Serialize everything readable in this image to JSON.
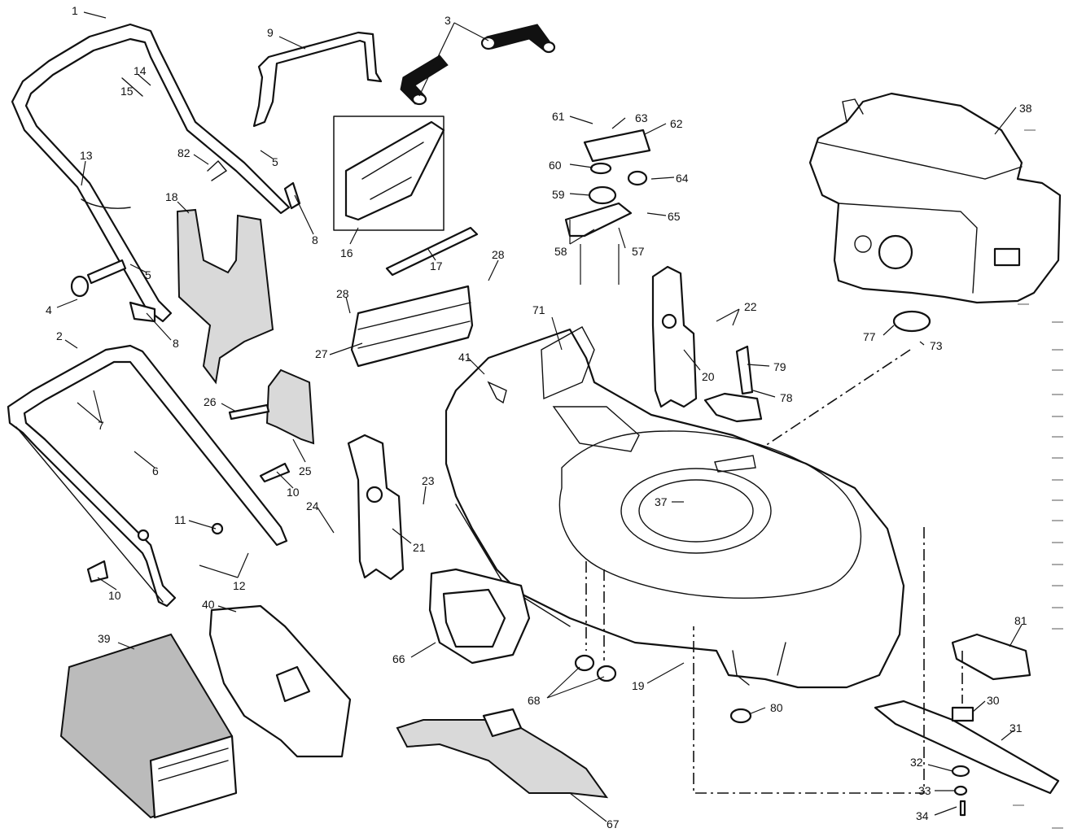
{
  "callouts": [
    {
      "id": "1",
      "label": "1"
    },
    {
      "id": "2",
      "label": "2"
    },
    {
      "id": "3",
      "label": "3"
    },
    {
      "id": "4",
      "label": "4"
    },
    {
      "id": "5a",
      "label": "5"
    },
    {
      "id": "5b",
      "label": "5"
    },
    {
      "id": "6",
      "label": "6"
    },
    {
      "id": "7",
      "label": "7"
    },
    {
      "id": "8a",
      "label": "8"
    },
    {
      "id": "8b",
      "label": "8"
    },
    {
      "id": "9",
      "label": "9"
    },
    {
      "id": "10a",
      "label": "10"
    },
    {
      "id": "10b",
      "label": "10"
    },
    {
      "id": "11",
      "label": "11"
    },
    {
      "id": "12",
      "label": "12"
    },
    {
      "id": "13",
      "label": "13"
    },
    {
      "id": "14",
      "label": "14"
    },
    {
      "id": "15",
      "label": "15"
    },
    {
      "id": "16",
      "label": "16"
    },
    {
      "id": "17",
      "label": "17"
    },
    {
      "id": "18",
      "label": "18"
    },
    {
      "id": "19",
      "label": "19"
    },
    {
      "id": "20",
      "label": "20"
    },
    {
      "id": "21",
      "label": "21"
    },
    {
      "id": "22",
      "label": "22"
    },
    {
      "id": "23",
      "label": "23"
    },
    {
      "id": "24",
      "label": "24"
    },
    {
      "id": "25",
      "label": "25"
    },
    {
      "id": "26",
      "label": "26"
    },
    {
      "id": "27",
      "label": "27"
    },
    {
      "id": "28a",
      "label": "28"
    },
    {
      "id": "28b",
      "label": "28"
    },
    {
      "id": "30",
      "label": "30"
    },
    {
      "id": "31",
      "label": "31"
    },
    {
      "id": "32",
      "label": "32"
    },
    {
      "id": "33",
      "label": "33"
    },
    {
      "id": "34",
      "label": "34"
    },
    {
      "id": "37",
      "label": "37"
    },
    {
      "id": "38",
      "label": "38"
    },
    {
      "id": "39",
      "label": "39"
    },
    {
      "id": "40",
      "label": "40"
    },
    {
      "id": "41",
      "label": "41"
    },
    {
      "id": "57",
      "label": "57"
    },
    {
      "id": "58",
      "label": "58"
    },
    {
      "id": "59",
      "label": "59"
    },
    {
      "id": "60",
      "label": "60"
    },
    {
      "id": "61",
      "label": "61"
    },
    {
      "id": "62",
      "label": "62"
    },
    {
      "id": "63",
      "label": "63"
    },
    {
      "id": "64",
      "label": "64"
    },
    {
      "id": "65",
      "label": "65"
    },
    {
      "id": "66",
      "label": "66"
    },
    {
      "id": "67",
      "label": "67"
    },
    {
      "id": "68",
      "label": "68"
    },
    {
      "id": "71",
      "label": "71"
    },
    {
      "id": "73",
      "label": "73"
    },
    {
      "id": "77",
      "label": "77"
    },
    {
      "id": "78",
      "label": "78"
    },
    {
      "id": "79",
      "label": "79"
    },
    {
      "id": "80",
      "label": "80"
    },
    {
      "id": "81",
      "label": "81"
    },
    {
      "id": "82",
      "label": "82"
    }
  ]
}
